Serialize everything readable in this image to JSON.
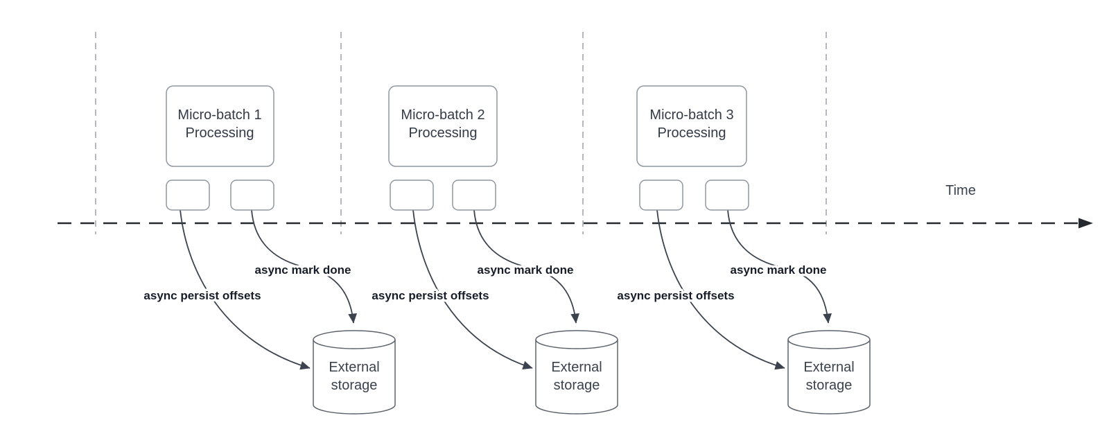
{
  "diagram": {
    "time_axis": {
      "label": "Time"
    },
    "groups": [
      {
        "box": {
          "line1": "Micro-batch 1",
          "line2": "Processing"
        },
        "persist_arrow_label": "async persist offsets",
        "mark_done_arrow_label": "async mark done",
        "storage": {
          "line1": "External",
          "line2": "storage"
        }
      },
      {
        "box": {
          "line1": "Micro-batch 2",
          "line2": "Processing"
        },
        "persist_arrow_label": "async persist offsets",
        "mark_done_arrow_label": "async mark done",
        "storage": {
          "line1": "External",
          "line2": "storage"
        }
      },
      {
        "box": {
          "line1": "Micro-batch 3",
          "line2": "Processing"
        },
        "persist_arrow_label": "async persist offsets",
        "mark_done_arrow_label": "async mark done",
        "storage": {
          "line1": "External",
          "line2": "storage"
        }
      }
    ],
    "colors": {
      "background": "#ffffff",
      "box_border": "#9097a0",
      "cylinder_border": "#5c636b",
      "arrow": "#3c434e",
      "label_text": "#171d28",
      "node_text": "#333a45",
      "timeline": "#26292e",
      "divider": "#b4b7bb"
    }
  }
}
